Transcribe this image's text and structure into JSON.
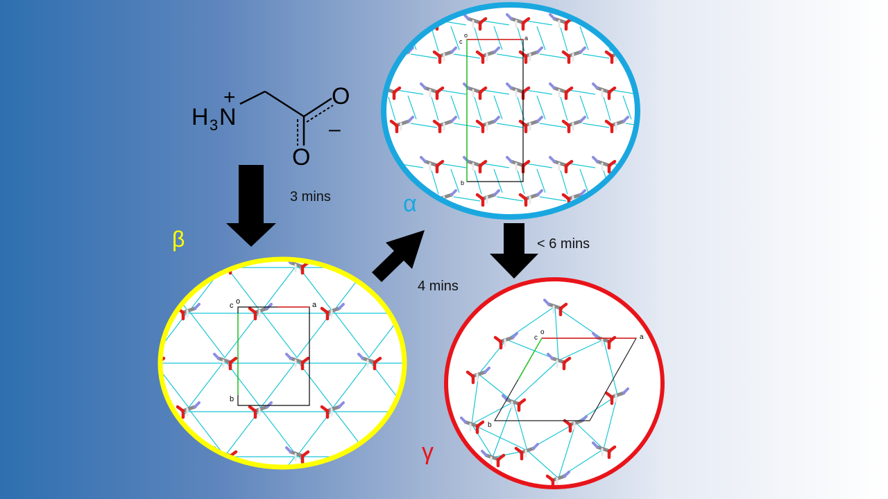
{
  "molecule": {
    "h3": "H",
    "sub3": "3",
    "n": "N",
    "plus": "+",
    "o_top": "O",
    "o_bottom": "O",
    "minus": "–"
  },
  "transitions": {
    "t1": "3 mins",
    "t2": "4 mins",
    "t3": "< 6  mins"
  },
  "polymorphs": {
    "alpha": {
      "label": "α",
      "color": "#1aa7e0"
    },
    "beta": {
      "label": "β",
      "color": "#ffff00"
    },
    "gamma": {
      "label": "γ",
      "color": "#e8141a"
    }
  },
  "cell_labels": {
    "c": "c",
    "o": "o",
    "a": "a",
    "b": "b"
  },
  "colors": {
    "hbond": "#19c6d6",
    "oxygen": "#e11d1d",
    "nitrogen": "#8c8ee0",
    "carbon": "#8a8a8a",
    "hydrogen": "#e8e8e8"
  }
}
